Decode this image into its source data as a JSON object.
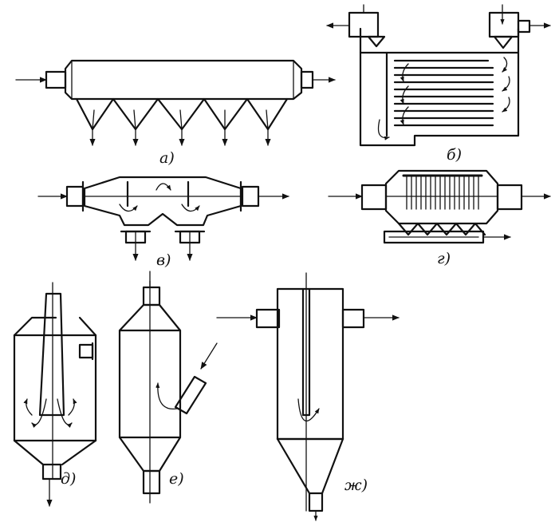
{
  "labels": {
    "a": "а)",
    "b": "б)",
    "v": "в)",
    "g": "г)",
    "d": "д)",
    "e": "е)",
    "zh": "ж)"
  },
  "colors": {
    "ink": "#111111",
    "paper": "#ffffff"
  }
}
